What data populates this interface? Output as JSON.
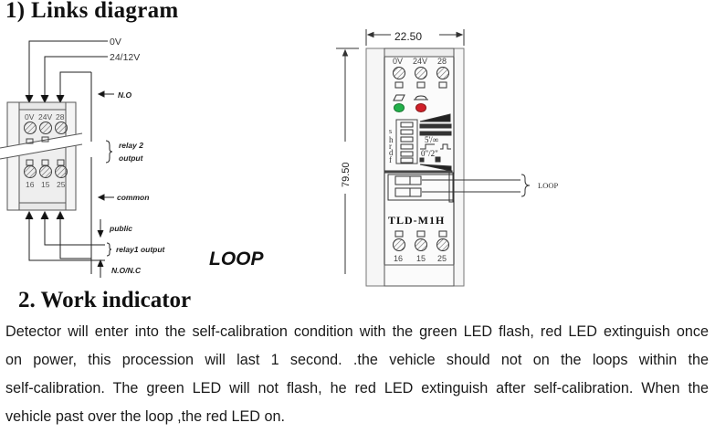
{
  "section1": {
    "title": "1) Links diagram",
    "wiring": {
      "top_labels": [
        "0V",
        "24/12V"
      ],
      "no_label": "N.O",
      "relay2_label": [
        "relay 2",
        "output"
      ],
      "common_label": "common",
      "public_label": "public",
      "relay1_label": "relay1 output",
      "nonc_label": "N.O/N.C",
      "loop_label": "LOOP",
      "terminals_top": [
        "0V",
        "24V",
        "28"
      ],
      "terminals_bottom": [
        "16",
        "15",
        "25"
      ]
    },
    "module": {
      "width_dim": "22.50",
      "height_dim": "79.50",
      "terminals_top": [
        "0V",
        "24V",
        "28"
      ],
      "terminals_bottom": [
        "16",
        "15",
        "25"
      ],
      "switch_letters": [
        "s",
        "h",
        "r",
        "d",
        "f"
      ],
      "timing_text": [
        "5'/∞",
        "0\"/2\""
      ],
      "model": "TLD-M1H",
      "loop_label": "LOOP",
      "led_colors": {
        "green": "#22b04a",
        "red": "#d0202a"
      }
    }
  },
  "section2": {
    "title": "2. Work indicator",
    "lines": [
      "Detector will enter into the self-calibration condition with the green LED flash, red LED extinguish once",
      "on power, this procession will last 1 second. .the vehicle should not on the loops within the",
      "self-calibration. The green LED will not flash, he red LED extinguish after self-calibration. When the",
      "vehicle past over the loop ,the red LED on."
    ]
  }
}
